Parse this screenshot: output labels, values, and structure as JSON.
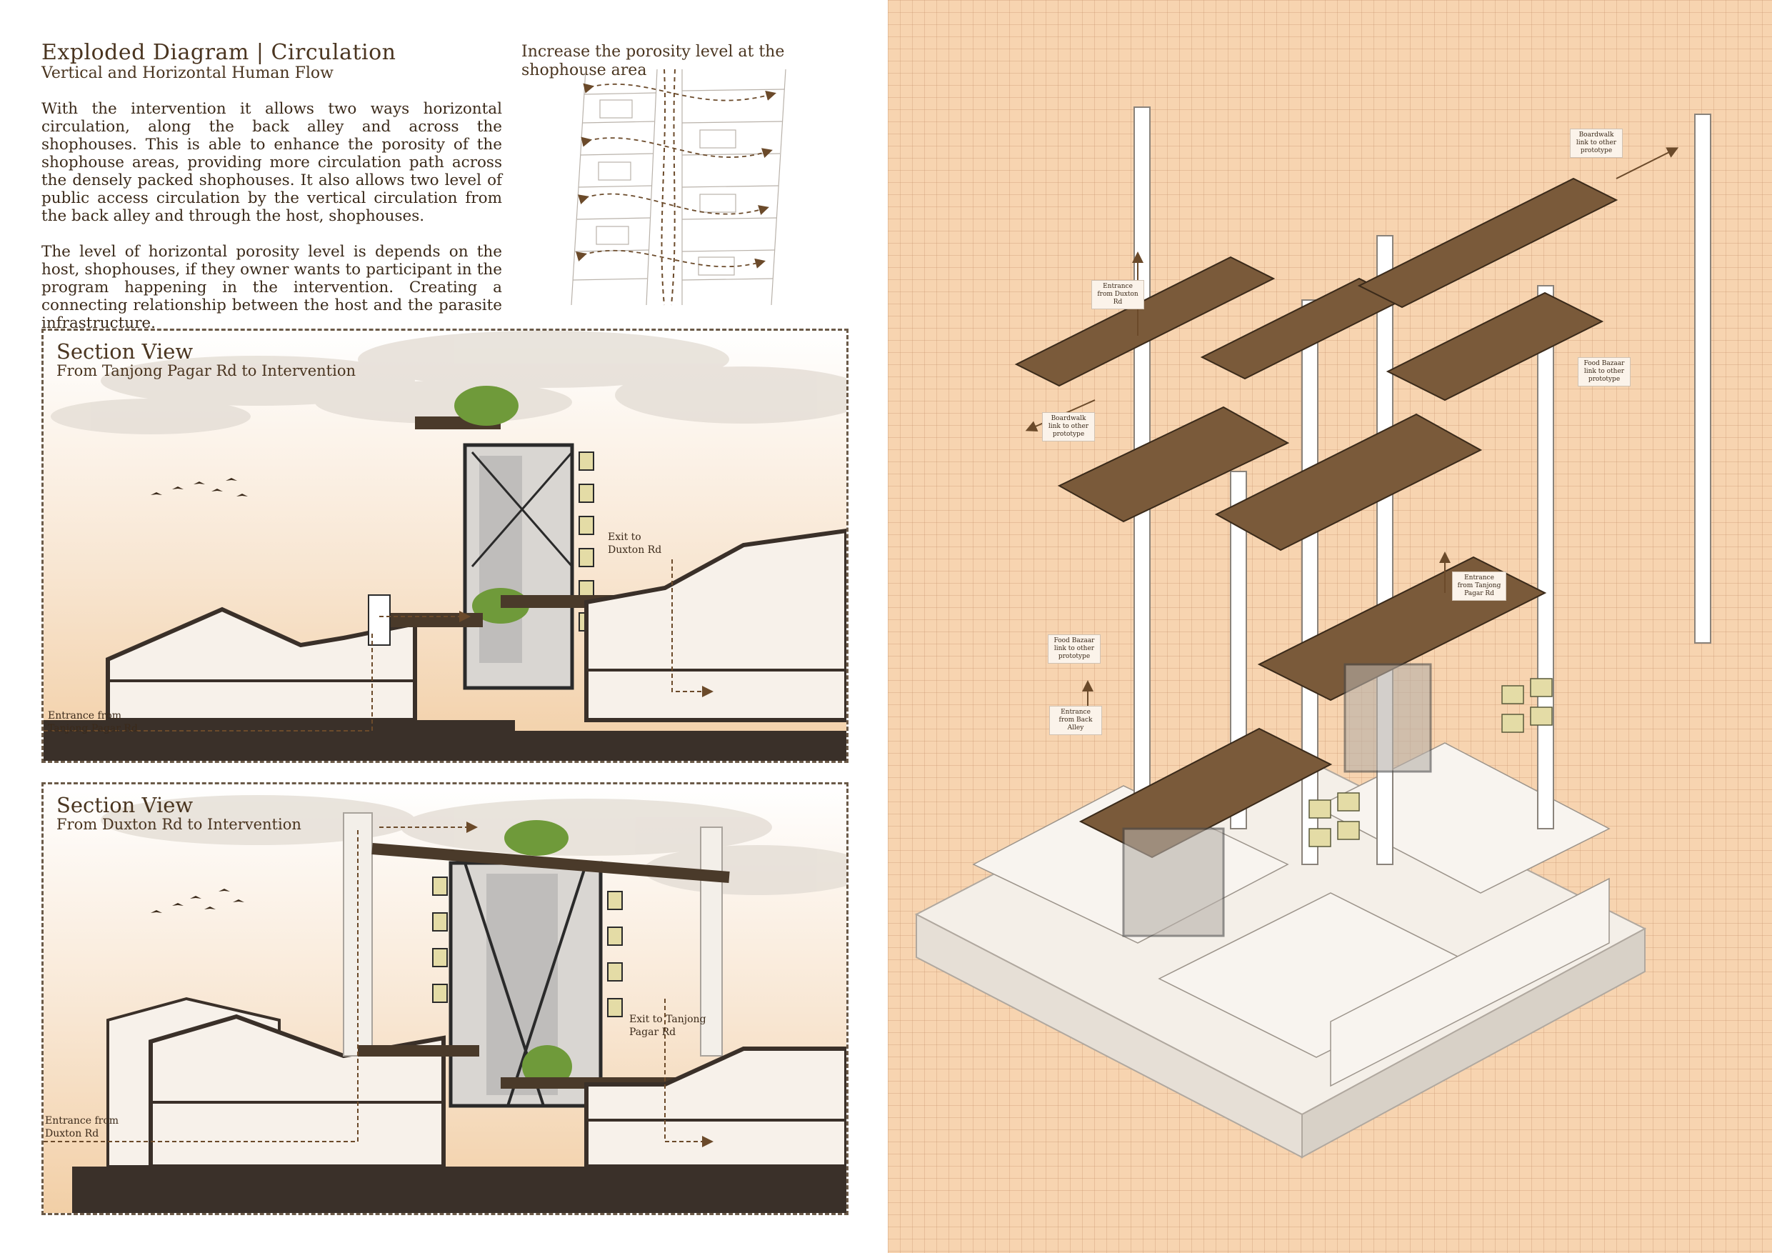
{
  "header": {
    "title": "Exploded Diagram | Circulation",
    "subtitle": "Vertical and Horizontal Human Flow"
  },
  "body_text": {
    "paragraph1": "With the intervention it allows two ways horizontal circulation, along the back alley and across the shophouses. This is able to enhance the porosity of the shophouse areas, providing more circulation path across the densely packed shophouses. It also allows two level of public access circulation by the vertical circulation from the back alley and through the host, shophouses.",
    "paragraph2": "The level of horizontal porosity level is depends on the host, shophouses, if they owner wants to participant in the program happening in the intervention. Creating a connecting relationship between the host and the parasite infrastructure."
  },
  "porosity": {
    "caption": "Increase the porosity level at the shophouse area"
  },
  "section_top": {
    "title": "Section View",
    "subtitle": "From Tanjong Pagar Rd to Intervention",
    "exit_label": "Exit to Duxton Rd",
    "entrance_label": "Entrance from Tanjong Pagar Rd"
  },
  "section_bottom": {
    "title": "Section View",
    "subtitle": "From Duxton Rd to Intervention",
    "exit_label": "Exit to Tanjong Pagar Rd",
    "entrance_label": "Entrance from Duxton Rd"
  },
  "axonometric": {
    "labels": {
      "boardwalk_top_right": "Boardwalk link to other prototype",
      "entrance_duxton": "Entrance from Duxton Rd",
      "boardwalk_left": "Boardwalk link to other prototype",
      "food_bazaar_right": "Food Bazaar link to other prototype",
      "entrance_tanjong": "Entrance from Tanjong Pagar Rd",
      "food_bazaar_left": "Food Bazaar link to other prototype",
      "entrance_back_alley": "Entrance from Back Alley"
    }
  },
  "colors": {
    "text_brown": "#4a3520",
    "frame_dashed": "#6b5a48",
    "grid_background": "#f7d4b0",
    "deck_wood": "#7a5a3a",
    "sky_gradient_bottom": "#f2cfa6",
    "ground_dark": "#3a3029",
    "arrow_brown": "#6b4a2a"
  }
}
